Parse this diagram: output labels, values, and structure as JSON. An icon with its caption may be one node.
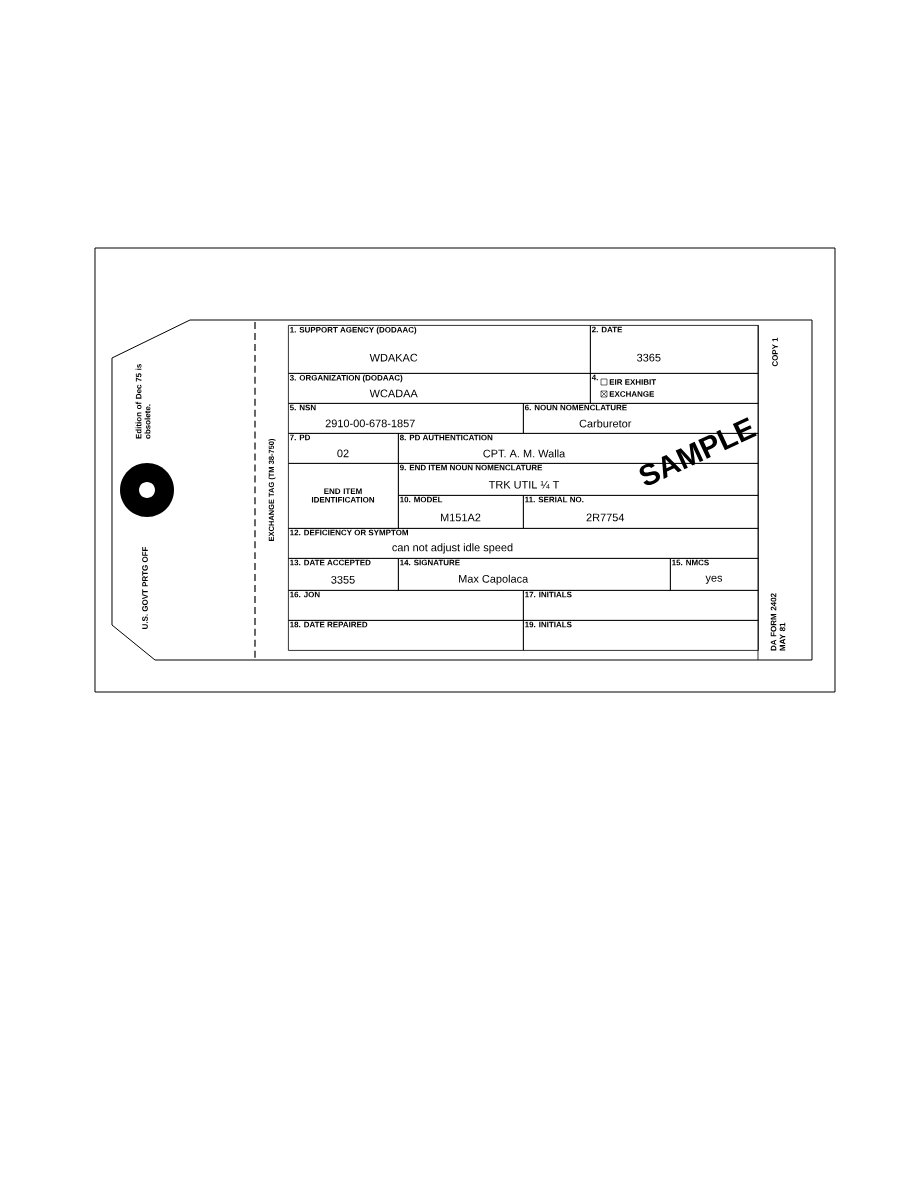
{
  "diagram": {
    "nodes": [
      {
        "text": [
          "EXCHANGE TAG (TM 38-750)"
        ]
      },
      {
        "text": [
          "1. SUPPORT AGENCY (DODAAC)",
          "WDAKAC"
        ],
        "in": 0
      },
      {
        "text": [
          "2. DATE",
          "3365"
        ],
        "in": 0
      },
      {
        "text": [
          "3. ORGANIZATION (DODAAC)",
          "WCADAA"
        ],
        "in": 0
      },
      {
        "text": [
          "4.",
          "EIR EXHIBIT",
          "EXCHANGE"
        ],
        "in": 0
      },
      {
        "text": [
          "5. NSN",
          "2910-00-678-1857"
        ],
        "in": 0
      },
      {
        "text": [
          "6. NOUN NOMENCLATURE",
          "Carburetor"
        ],
        "in": 0
      },
      {
        "text": [
          "7. PD",
          "02"
        ],
        "in": 0
      },
      {
        "text": [
          "8. PD AUTHENTICATION",
          "CPT. A. M. Walla"
        ],
        "in": 0
      },
      {
        "text": [
          "END ITEM IDENTIFICATION"
        ],
        "in": 0
      },
      {
        "text": [
          "9. END ITEM NOUN NOMENCLATURE",
          "TRK UTIL ¼ T"
        ],
        "in": 0
      },
      {
        "text": [
          "10. MODEL",
          "M151A2"
        ],
        "in": 0
      },
      {
        "text": [
          "11. SERIAL NO.",
          "2R7754"
        ],
        "in": 0
      },
      {
        "text": [
          "12. DEFICIENCY OR SYMPTOM",
          "can not adjust idle speed"
        ],
        "in": 0
      },
      {
        "text": [
          "13. DATE ACCEPTED",
          "3355"
        ],
        "in": 0
      },
      {
        "text": [
          "14. SIGNATURE",
          "Max Capolaca"
        ],
        "in": 0
      },
      {
        "text": [
          "15. NMCS",
          "yes"
        ],
        "in": 0
      },
      {
        "text": [
          "16. JON"
        ],
        "in": 0
      },
      {
        "text": [
          "17. INITIALS"
        ],
        "in": 0
      },
      {
        "text": [
          "18. DATE REPAIRED"
        ],
        "in": 0
      },
      {
        "text": [
          "19. INITIALS"
        ],
        "in": 0
      }
    ],
    "labels": [
      "Edition of Dec 75 is obsolete.",
      "U.S. GOVT PRTG OFF",
      "COPY 1",
      "DA FORM 2402 MAY 81",
      "SAMPLE"
    ]
  }
}
